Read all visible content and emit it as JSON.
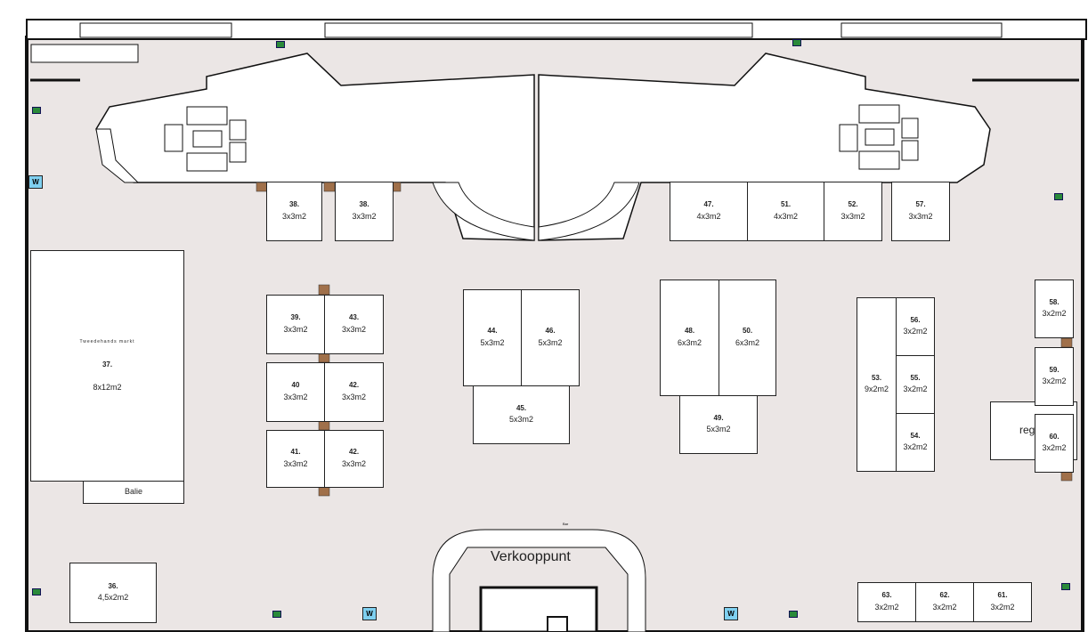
{
  "title_label": "Verkooppunt",
  "bar_label": "Bar",
  "register_label": "reg",
  "balie_label": "Balie",
  "market": {
    "num": "37.",
    "subtitle": "Tweedehands markt",
    "size": "8x12m2"
  },
  "booths": [
    {
      "num": "38.",
      "size": "3x3m2"
    },
    {
      "num": "38.",
      "size": "3x3m2"
    },
    {
      "num": "47.",
      "size": "4x3m2"
    },
    {
      "num": "51.",
      "size": "4x3m2"
    },
    {
      "num": "52.",
      "size": "3x3m2"
    },
    {
      "num": "57.",
      "size": "3x3m2"
    },
    {
      "num": "39.",
      "size": "3x3m2"
    },
    {
      "num": "43.",
      "size": "3x3m2"
    },
    {
      "num": "40",
      "size": "3x3m2"
    },
    {
      "num": "42.",
      "size": "3x3m2"
    },
    {
      "num": "41.",
      "size": "3x3m2"
    },
    {
      "num": "42.",
      "size": "3x3m2"
    },
    {
      "num": "44.",
      "size": "5x3m2"
    },
    {
      "num": "46.",
      "size": "5x3m2"
    },
    {
      "num": "45.",
      "size": "5x3m2"
    },
    {
      "num": "48.",
      "size": "6x3m2"
    },
    {
      "num": "50.",
      "size": "6x3m2"
    },
    {
      "num": "49.",
      "size": "5x3m2"
    },
    {
      "num": "53.",
      "size": "9x2m2"
    },
    {
      "num": "56.",
      "size": "3x2m2"
    },
    {
      "num": "55.",
      "size": "3x2m2"
    },
    {
      "num": "54.",
      "size": "3x2m2"
    },
    {
      "num": "58.",
      "size": "3x2m2"
    },
    {
      "num": "59.",
      "size": "3x2m2"
    },
    {
      "num": "60.",
      "size": "3x2m2"
    },
    {
      "num": "36.",
      "size": "4,5x2m2"
    },
    {
      "num": "63.",
      "size": "3x2m2"
    },
    {
      "num": "62.",
      "size": "3x2m2"
    },
    {
      "num": "61.",
      "size": "3x2m2"
    }
  ],
  "toilet_label": "W",
  "colors": {
    "floor": "#ebe6e5",
    "wall": "#111111",
    "pillar": "#a0704a",
    "toilet": "#7fd0f0"
  }
}
